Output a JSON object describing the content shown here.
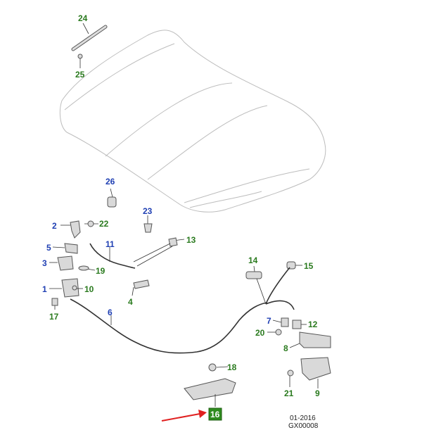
{
  "callouts": {
    "c1": "1",
    "c2": "2",
    "c3": "3",
    "c4": "4",
    "c5": "5",
    "c6": "6",
    "c7": "7",
    "c8": "8",
    "c9": "9",
    "c10": "10",
    "c11": "11",
    "c12": "12",
    "c13": "13",
    "c14": "14",
    "c15": "15",
    "c16": "16",
    "c17": "17",
    "c18": "18",
    "c19": "19",
    "c20": "20",
    "c21": "21",
    "c22": "22",
    "c23": "23",
    "c24": "24",
    "c25": "25",
    "c26": "26"
  },
  "footer": {
    "date": "01-2016",
    "code": "GX00008"
  },
  "colors": {
    "label_blue": "#1f3fb3",
    "label_green": "#2a7a1e",
    "highlight_green": "#2e8b1e",
    "arrow_red": "#e02020"
  }
}
